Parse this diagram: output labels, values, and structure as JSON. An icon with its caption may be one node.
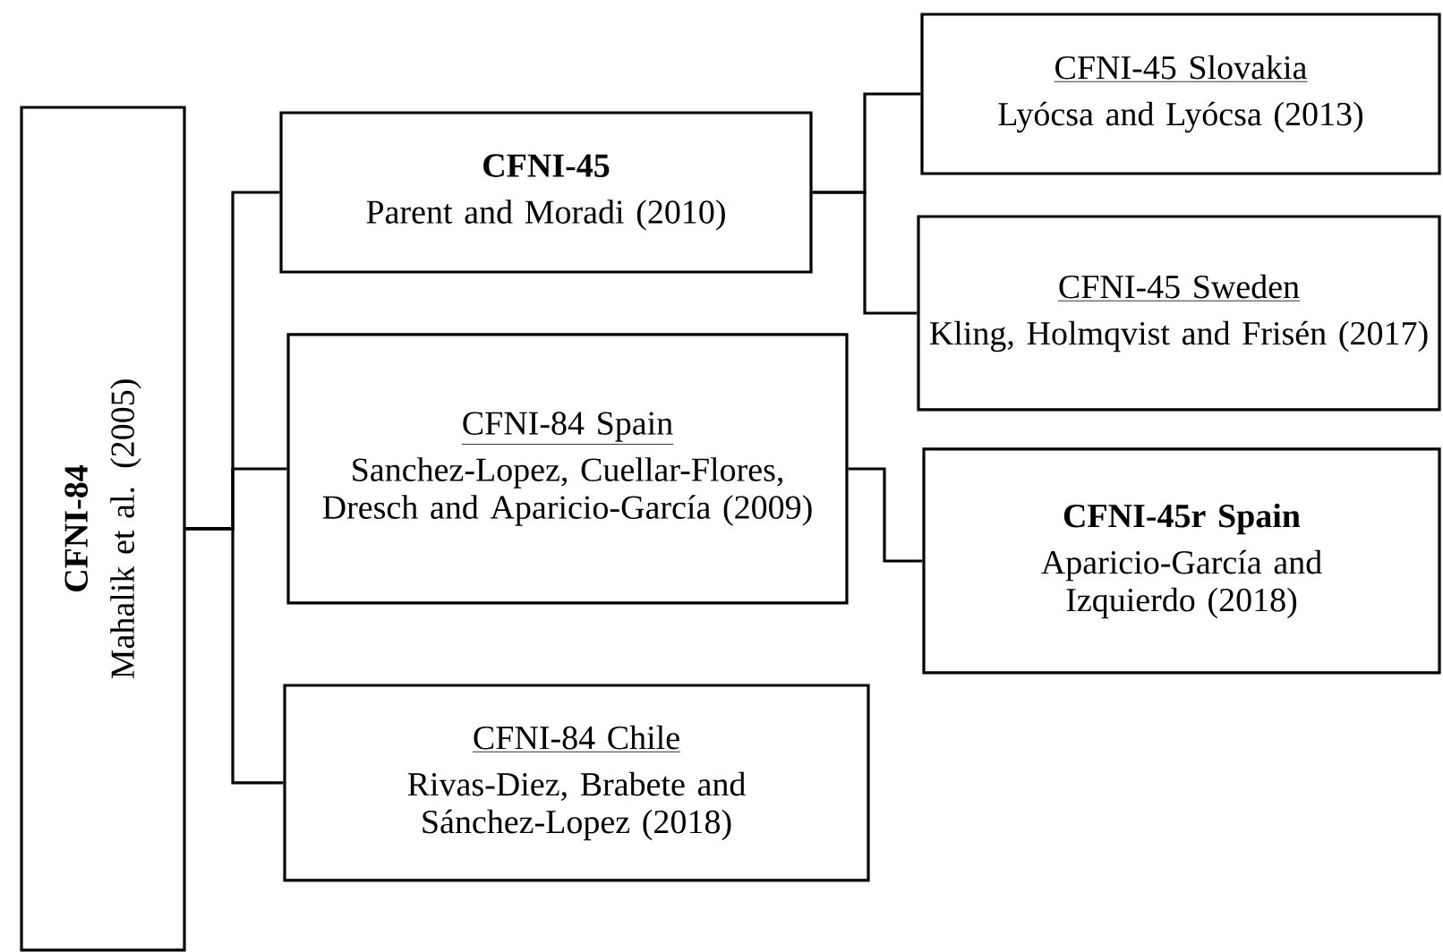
{
  "diagram": {
    "nodes": [
      {
        "text": [
          "CFNI-84",
          "Mahalik et al. (2005)"
        ]
      },
      {
        "text": [
          "CFNI-45",
          "Parent and Moradi (2010)"
        ]
      },
      {
        "text": [
          "CFNI-45 Slovakia",
          "Lyócsa and Lyócsa (2013)"
        ]
      },
      {
        "text": [
          "CFNI-45 Sweden",
          "Kling, Holmqvist and Frisén (2017)"
        ]
      },
      {
        "text": [
          "CFNI-84 Spain",
          "Sanchez-Lopez, Cuellar-Flores, Dresch and Aparicio-García (2009)"
        ]
      },
      {
        "text": [
          "CFNI-45r Spain",
          "Aparicio-García and Izquierdo (2018)"
        ]
      },
      {
        "text": [
          "CFNI-84 Chile",
          "Rivas-Diez, Brabete and Sánchez-Lopez (2018)"
        ]
      }
    ],
    "edges": [
      {
        "from": 0,
        "to": 1,
        "arrow": "none"
      },
      {
        "from": 0,
        "to": 4,
        "arrow": "none"
      },
      {
        "from": 0,
        "to": 6,
        "arrow": "none"
      },
      {
        "from": 1,
        "to": 2,
        "arrow": "none"
      },
      {
        "from": 1,
        "to": 3,
        "arrow": "none"
      },
      {
        "from": 4,
        "to": 5,
        "arrow": "none"
      }
    ]
  }
}
